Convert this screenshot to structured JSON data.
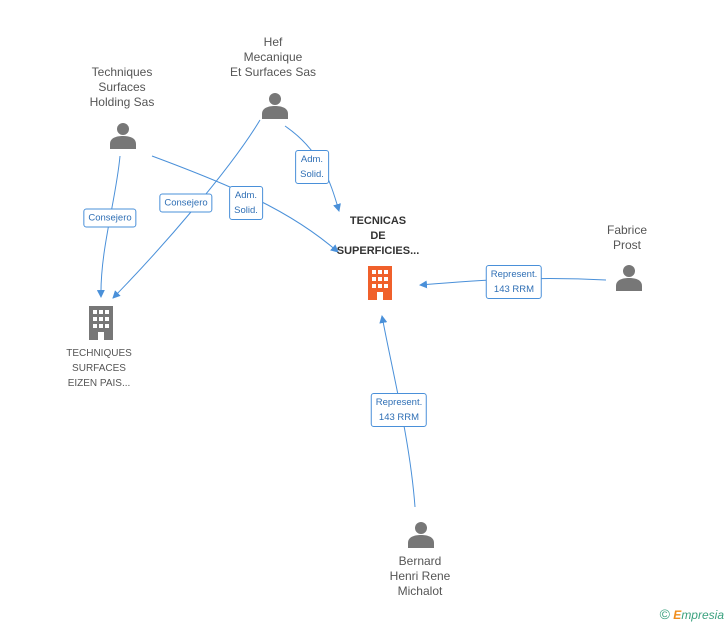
{
  "nodes": {
    "main": [
      "TECNICAS",
      "DE",
      "SUPERFICIES..."
    ],
    "techniques_holding": [
      "Techniques",
      "Surfaces",
      "Holding Sas"
    ],
    "hef": [
      "Hef",
      "Mecanique",
      "Et Surfaces Sas"
    ],
    "fabrice": [
      "Fabrice",
      "Prost"
    ],
    "bernard": [
      "Bernard",
      "Henri Rene",
      "Michalot"
    ],
    "techniques_eizen": [
      "TECHNIQUES",
      "SURFACES",
      "EIZEN PAIS..."
    ]
  },
  "edge_labels": {
    "holding_eizen": [
      "Consejero"
    ],
    "hef_eizen": [
      "Consejero"
    ],
    "holding_main": [
      "Adm.",
      "Solid."
    ],
    "hef_main": [
      "Adm.",
      "Solid."
    ],
    "fabrice_main": [
      "Represent.",
      "143 RRM"
    ],
    "bernard_main": [
      "Represent.",
      "143 RRM"
    ]
  },
  "colors": {
    "edge": "#4a90d9",
    "person": "#777777",
    "company": "#777777",
    "main_company": "#f0602b"
  },
  "watermark": {
    "symbol": "©",
    "brand_initial": "E",
    "brand_rest": "mpresia"
  }
}
